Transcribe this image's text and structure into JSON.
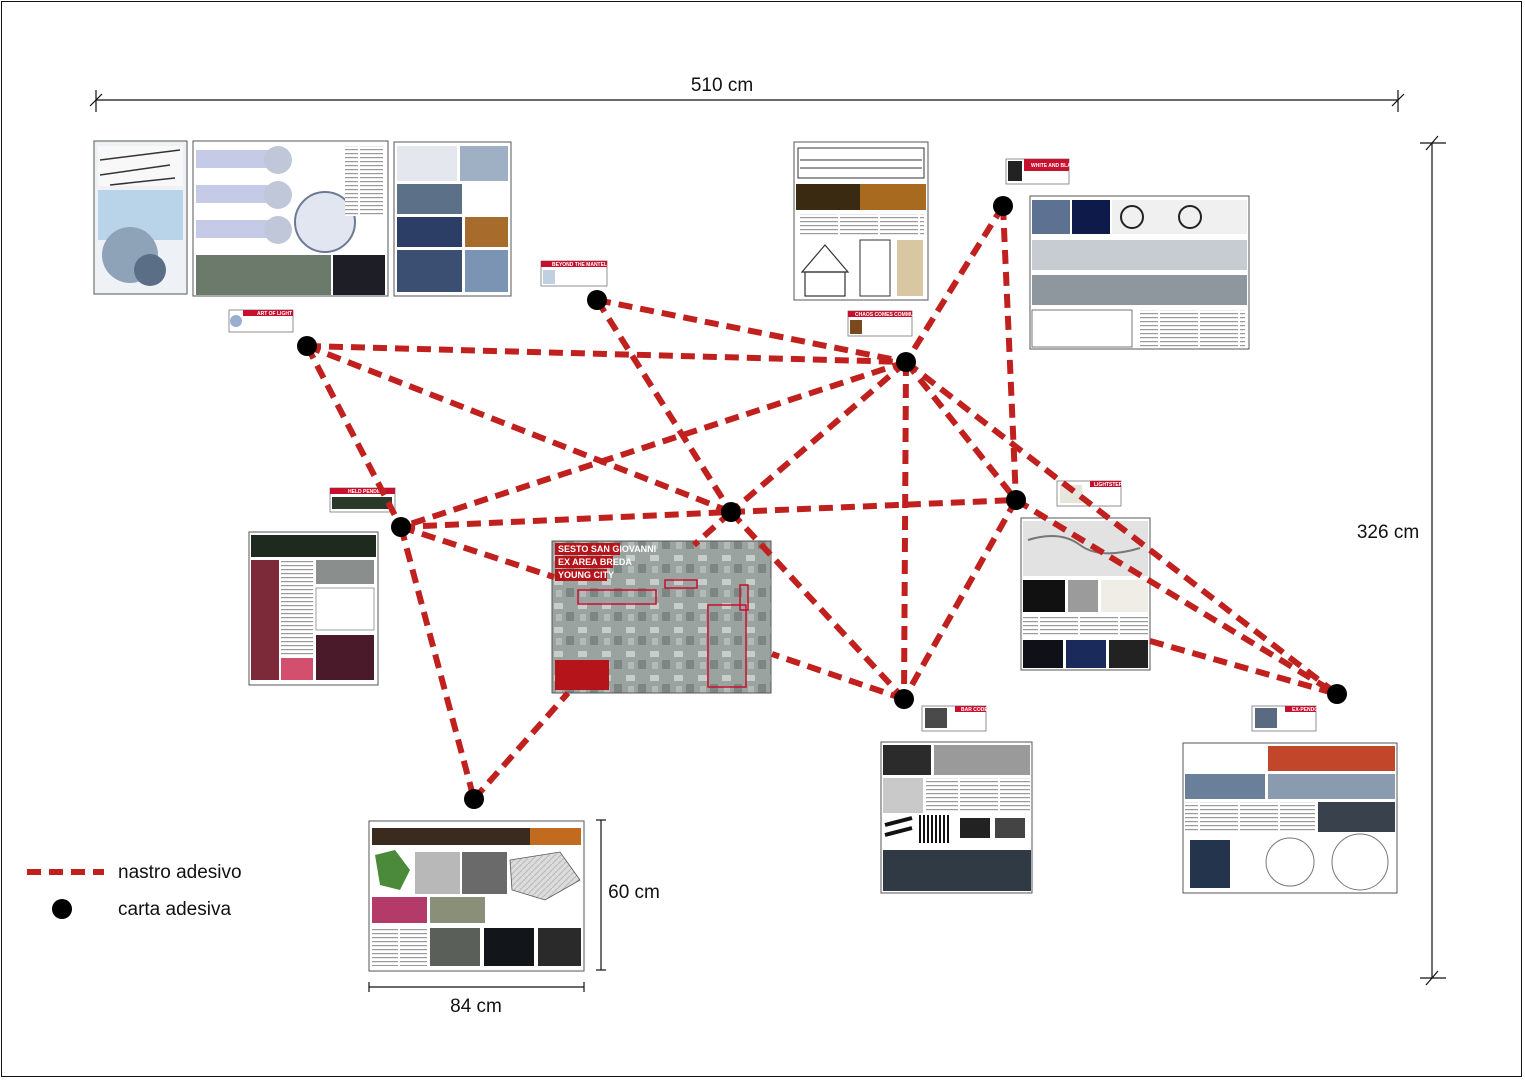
{
  "dimensions": {
    "total_width": "510 cm",
    "total_height": "326 cm",
    "panel_height": "60 cm",
    "panel_width": "84 cm"
  },
  "legend": {
    "tape_label": "nastro adesivo",
    "dot_label": "carta adesiva"
  },
  "central_panel": {
    "lines": [
      "SESTO SAN GIOVANNI",
      "EX AREA BREDA",
      "YOUNG CITY"
    ]
  },
  "project_labels": {
    "art_of_light": "ART OF LIGHT",
    "beyond_the_mantel": "BEYOND THE MANTEL",
    "chaos_comes_community": "CHAOS COMES COMMUNITY",
    "white_and_black": "WHITE AND BLACK",
    "held_pending": "HELD PENDING",
    "lightsteps": "LIGHTSTEPS",
    "bar_code": "BAR CODE",
    "ex_pendo": "EX-PENDO"
  },
  "colors": {
    "tape": "#c0201e",
    "dot": "#000000",
    "accent": "#c8102e"
  }
}
